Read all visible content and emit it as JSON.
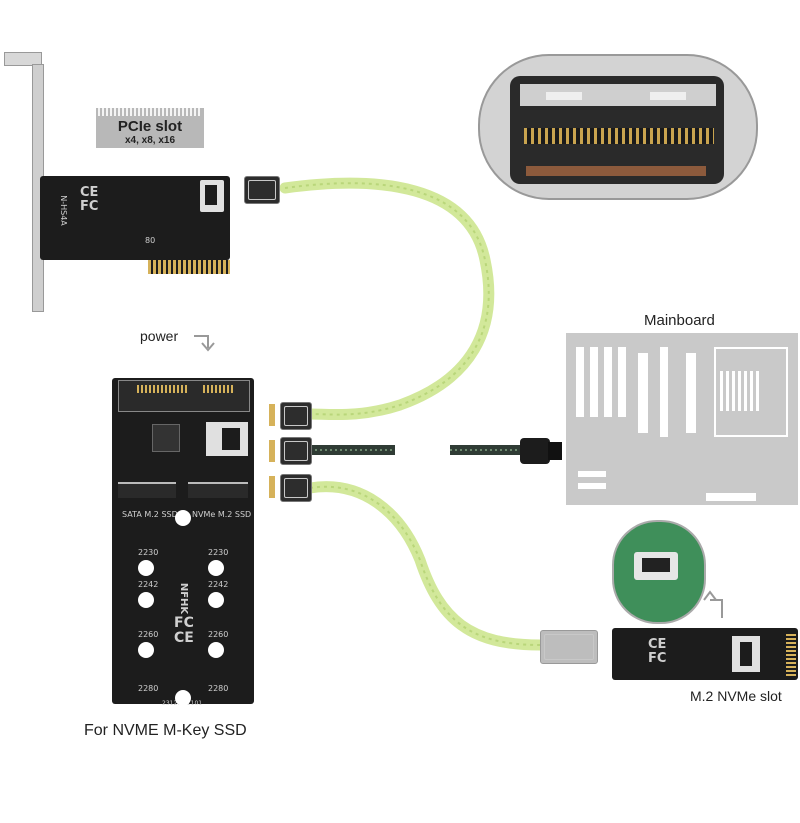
{
  "labels": {
    "pcie_slot_title": "PCIe slot",
    "pcie_slot_widths": "x4, x8, x16",
    "power": "power",
    "mainboard": "Mainboard",
    "m2_nvme_slot": "M.2 NVMe slot",
    "for_nvme": "For NVME M-Key SSD"
  },
  "board_text": {
    "sata_m2_ssd": "SATA M.2 SSD",
    "nvme_m2_ssd": "NVMe M.2 SSD",
    "size_2230": "2230",
    "size_2242": "2242",
    "size_2260": "2260",
    "size_2280": "2280",
    "brand": "NFHK",
    "serial": "231215.1101",
    "pcie_card_code": "N-HS4A",
    "pcie_card_mark": "80"
  },
  "colors": {
    "cable_green": "#d2e89a",
    "pcb_black": "#1c1c1c",
    "mainboard_gray": "#c9c9c9",
    "pcb_green": "#3f8f5a"
  }
}
